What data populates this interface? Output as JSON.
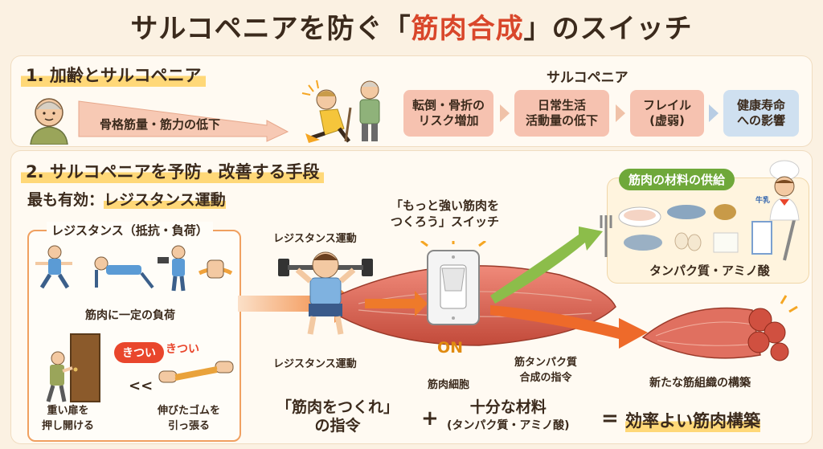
{
  "title": {
    "prefix": "サルコペニアを防ぐ「",
    "highlight": "筋肉合成",
    "suffix": "」のスイッチ"
  },
  "section1": {
    "heading": "1. 加齢とサルコペニア",
    "arrow_label": "骨格筋量・筋力の低下",
    "sarco_title": "サルコペニア",
    "steps": [
      {
        "line1": "転倒・骨折の",
        "line2": "リスク増加"
      },
      {
        "line1": "日常生活",
        "line2": "活動量の低下"
      },
      {
        "line1": "フレイル",
        "line2": "(虚弱)"
      },
      {
        "line1": "健康寿命",
        "line2": "への影響"
      }
    ]
  },
  "section2": {
    "heading": "2. サルコペニアを予防・改善する手段",
    "most_effective_prefix": "最も有効：",
    "most_effective": "レジスタンス運動",
    "resist_box_title": "レジスタンス（抵抗・負荷）",
    "constant_load": "筋肉に一定の負荷",
    "kitsui1": "きつい",
    "kitsui2": "きつい",
    "less_than": "<<",
    "door_l1": "重い扉を",
    "door_l2": "押し開ける",
    "band_l1": "伸びたゴムを",
    "band_l2": "引っ張る",
    "resist_ex_top": "レジスタンス運動",
    "resist_ex_bottom": "レジスタンス運動",
    "switch_quote_l1": "「もっと強い筋肉を",
    "switch_quote_l2": "つくろう」スイッチ",
    "on_label": "ON",
    "muscle_cell": "筋肉細胞",
    "synth_l1": "筋タンパク質",
    "synth_l2": "合成の指令",
    "material_title": "筋肉の材料の供給",
    "protein_label": "タンパク質・アミノ酸",
    "milk_label": "牛乳",
    "new_tissue": "新たな筋組織の構築"
  },
  "formula": {
    "part1_l1": "「筋肉をつくれ」",
    "part1_l2": "の指令",
    "plus": "+",
    "part2_l1": "十分な材料",
    "part2_l2": "(タンパク質・アミノ酸)",
    "equals": "=",
    "result": "効率よい筋肉構築"
  },
  "colors": {
    "accent_red": "#d9472b",
    "highlight_yellow": "#ffd878",
    "step_pink": "#f6c2b0",
    "step_blue": "#cfe0f0",
    "green": "#6fa83a"
  }
}
